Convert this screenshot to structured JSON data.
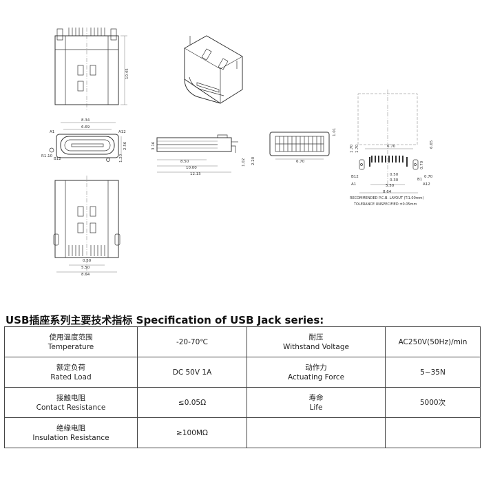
{
  "drawing": {
    "top_view": {
      "height_dim": "10.45"
    },
    "front_view": {
      "width_outer": "8.34",
      "width_inner": "6.69",
      "height": "2.56",
      "pin_a1": "A1",
      "pin_a12": "A12",
      "pin_b12": "B12",
      "radius": "R1.10",
      "dim_120": "1.20"
    },
    "side_view": {
      "h1": "3.16",
      "l1": "8.50",
      "l2": "10.00",
      "l3": "12.15",
      "h2": "1.02",
      "h3": "2.20"
    },
    "end_view": {
      "width": "6.70",
      "height": "1.01"
    },
    "bottom_view": {
      "pitch": "0.50",
      "span1": "5.50",
      "span2": "8.64"
    },
    "pcb_layout": {
      "w1": "6.70",
      "v1": "1.70",
      "v2": "1.70",
      "v3": "6.65",
      "v4": "0.70",
      "v5": "0.70",
      "pitch": "0.50",
      "pad": "0.30",
      "span1": "5.50",
      "span2": "8.64",
      "b12": "B12",
      "a1": "A1",
      "b1": "B1",
      "a12": "A12",
      "note1": "RECOMMENDED    P.C.B.  LAYOUT (T:1.00mm)",
      "note2": "TOLERANCE  UNSPECIFIED ±0.05mm"
    }
  },
  "spec": {
    "title": "USB插座系列主要技术指标 Specification of USB Jack series:",
    "rows": [
      {
        "l_zh": "使用温度范围",
        "l_en": "Temperature",
        "l_val": "-20-70℃",
        "r_zh": "耐压",
        "r_en": "Withstand Voltage",
        "r_val": "AC250V(50Hz)/min"
      },
      {
        "l_zh": "额定负荷",
        "l_en": "Rated Load",
        "l_val": "DC 50V 1A",
        "r_zh": "动作力",
        "r_en": "Actuating Force",
        "r_val": "5~35N"
      },
      {
        "l_zh": "接触电阻",
        "l_en": "Contact Resistance",
        "l_val": "≤0.05Ω",
        "r_zh": "寿命",
        "r_en": "Life",
        "r_val": "5000次"
      },
      {
        "l_zh": "绝缘电阻",
        "l_en": "Insulation Resistance",
        "l_val": "≥100MΩ",
        "r_zh": "",
        "r_en": "",
        "r_val": ""
      }
    ]
  }
}
